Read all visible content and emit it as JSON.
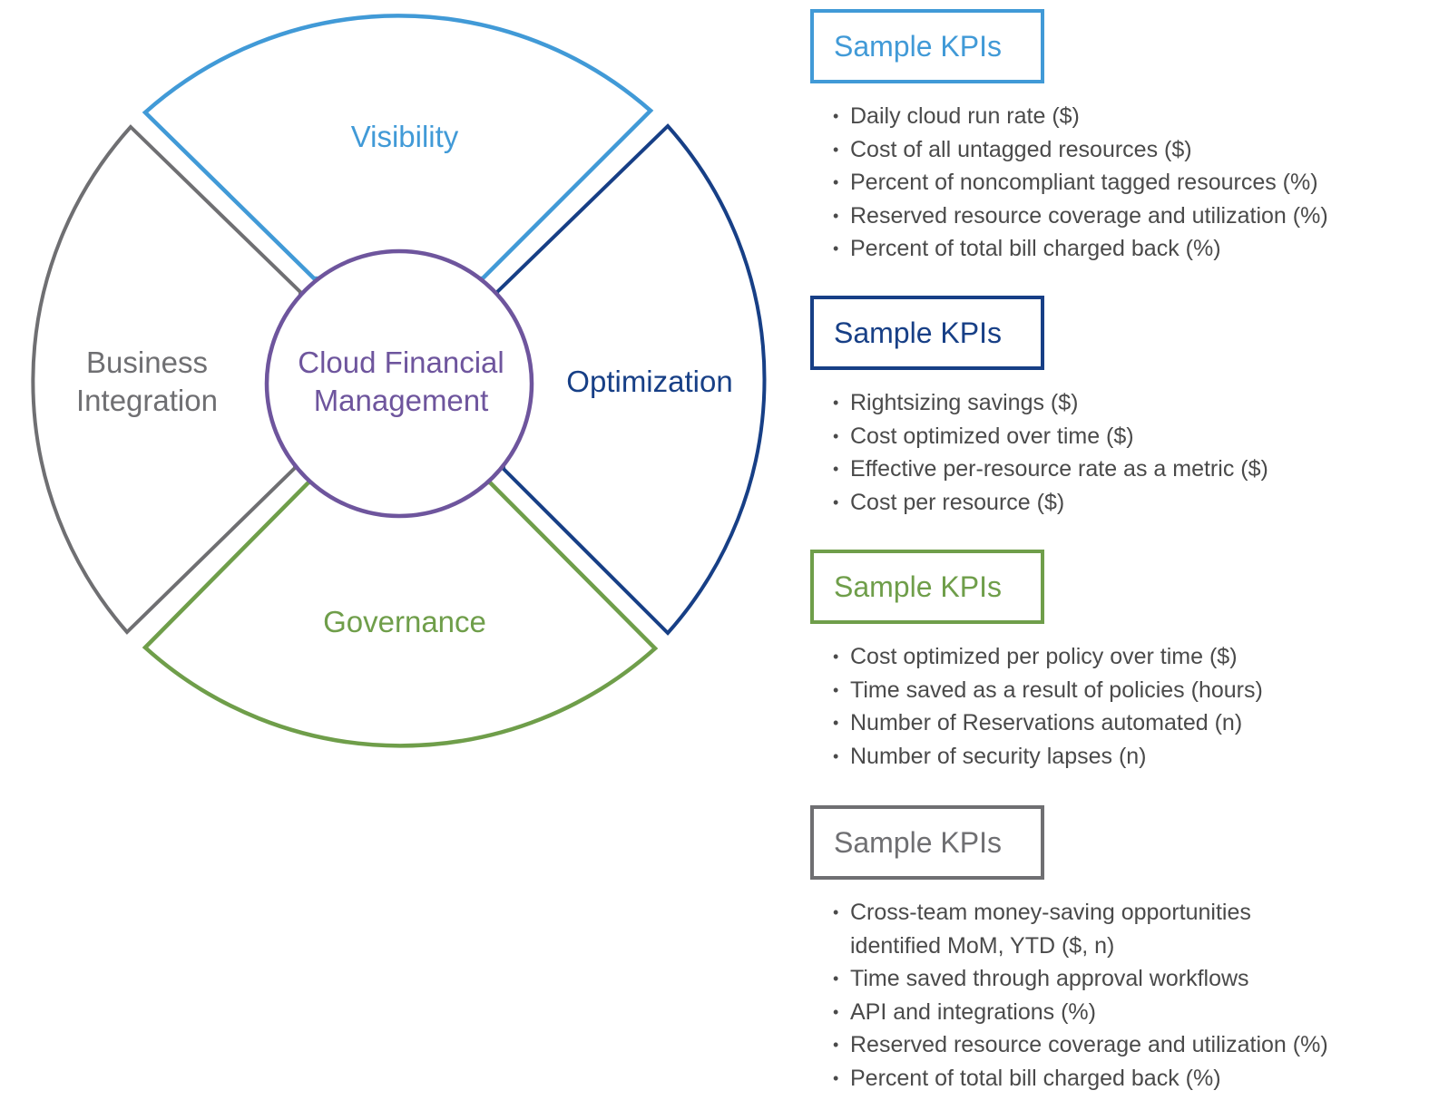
{
  "diagram": {
    "center": {
      "lines": [
        "Cloud Financial",
        "Management"
      ],
      "color": "#6e559d"
    },
    "segments": [
      {
        "id": "visibility",
        "label": [
          "Visibility"
        ],
        "color": "#419ad7"
      },
      {
        "id": "optimization",
        "label": [
          "Optimization"
        ],
        "color": "#173f86"
      },
      {
        "id": "governance",
        "label": [
          "Governance"
        ],
        "color": "#6f9e4a"
      },
      {
        "id": "business-integration",
        "label": [
          "Business",
          "Integration"
        ],
        "color": "#6f6f72"
      }
    ]
  },
  "kpi_sections": [
    {
      "title": "Sample KPIs",
      "color": "#419ad7",
      "items": [
        "Daily cloud run rate ($)",
        "Cost of all untagged resources ($)",
        "Percent of noncompliant tagged resources (%)",
        "Reserved resource coverage and utilization (%)",
        "Percent of total bill charged back (%)"
      ]
    },
    {
      "title": "Sample KPIs",
      "color": "#173f86",
      "items": [
        "Rightsizing savings ($)",
        "Cost optimized over time ($)",
        "Effective per-resource rate as a metric ($)",
        "Cost per resource ($)"
      ]
    },
    {
      "title": "Sample KPIs",
      "color": "#6f9e4a",
      "items": [
        "Cost optimized per policy over time ($)",
        "Time saved as a result of policies (hours)",
        "Number of Reservations automated (n)",
        "Number of security lapses (n)"
      ]
    },
    {
      "title": "Sample KPIs",
      "color": "#6f6f72",
      "items": [
        "Cross-team money-saving opportunities identified MoM, YTD ($, n)",
        "Time saved through approval workflows",
        "API and integrations (%)",
        "Reserved resource coverage and utilization (%)",
        "Percent of total bill charged back (%)"
      ]
    }
  ]
}
